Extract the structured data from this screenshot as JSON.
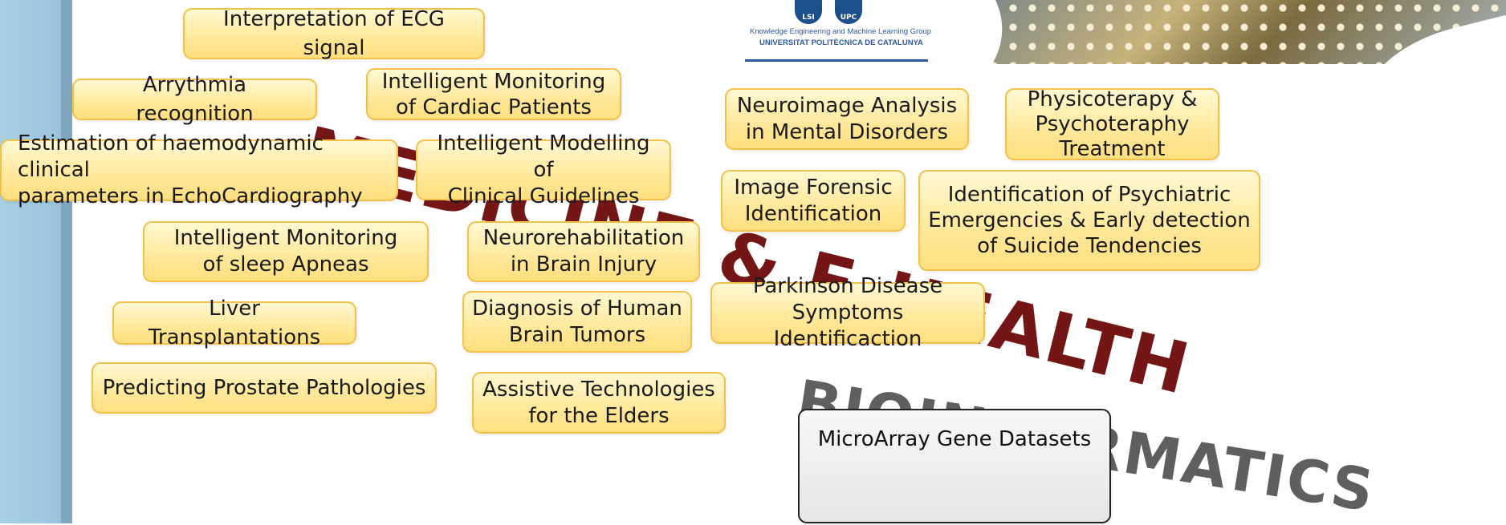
{
  "logo": {
    "circle_left_label": "LSI",
    "circle_right_label": "UPC",
    "line1": "Knowledge Engineering and Machine Learning Group",
    "line2": "UNIVERSITAT POLITÈCNICA DE CATALUNYA"
  },
  "watermarks": {
    "medicine": "MEDICINE & E-HEALTH",
    "bioinformatics": "BIOINFORMATICS"
  },
  "topics": {
    "ecg": "Interpretation of ECG signal",
    "arrhythmia": "Arrythmia recognition",
    "cardiac_monitoring": "Intelligent Monitoring\nof Cardiac Patients",
    "haemodynamic": "Estimation of haemodynamic clinical\nparameters in EchoCardiography",
    "guidelines": "Intelligent Modelling of\nClinical Guidelines",
    "sleep_apneas": "Intelligent Monitoring\nof sleep Apneas",
    "neurorehab": "Neurorehabilitation\nin Brain Injury",
    "liver": "Liver Transplantations",
    "brain_tumors": "Diagnosis of Human\nBrain Tumors",
    "prostate": "Predicting Prostate Pathologies",
    "assistive": "Assistive Technologies\nfor the Elders",
    "neuroimage": "Neuroimage Analysis\nin Mental Disorders",
    "physiotherapy": "Physicoterapy &\nPsychoteraphy\nTreatment",
    "forensic": "Image Forensic\nIdentification",
    "psychiatric": "Identification of Psychiatric\nEmergencies & Early detection\nof Suicide Tendencies",
    "parkinson": "Parkinson Disease\nSymptoms Identificaction",
    "microarray": "MicroArray Gene Datasets"
  }
}
